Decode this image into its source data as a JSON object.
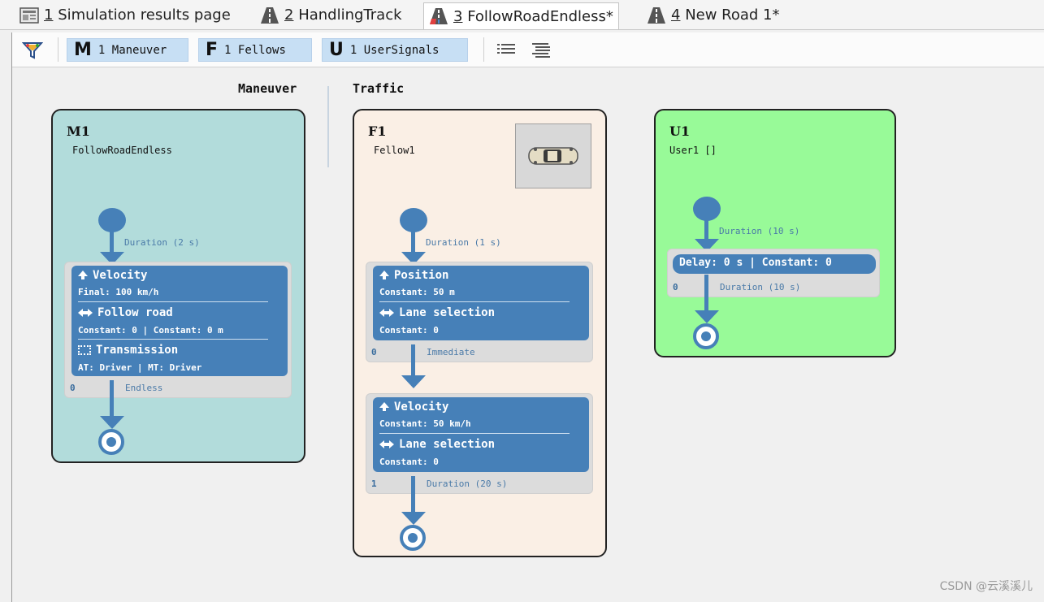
{
  "tabs": [
    {
      "num": "1",
      "label": "Simulation results page",
      "icon": "results-page-icon"
    },
    {
      "num": "2",
      "label": "HandlingTrack",
      "icon": "road-icon"
    },
    {
      "num": "3",
      "label": "FollowRoadEndless*",
      "icon": "road-icon",
      "active": true
    },
    {
      "num": "4",
      "label": "New Road 1*",
      "icon": "road-icon"
    }
  ],
  "toolbar": {
    "filter_icon": "filter-icon",
    "maneuver": {
      "letter": "M",
      "label": "1 Maneuver"
    },
    "fellows": {
      "letter": "F",
      "label": "1 Fellows"
    },
    "usersignals": {
      "letter": "U",
      "label": "1 UserSignals"
    },
    "list_icon": "list-view-icon",
    "tree_icon": "tree-view-icon"
  },
  "columns": {
    "maneuver": "Maneuver",
    "traffic": "Traffic"
  },
  "colors": {
    "maneuver_card": "#b2dcdb",
    "traffic_card": "#faefe5",
    "user_card": "#98fa98",
    "flow_blue": "#4680b8"
  },
  "m1": {
    "id": "M1",
    "name": "FollowRoadEndless",
    "duration": "Duration (2 s)",
    "group_num": "0",
    "group_end": "Endless",
    "actions": [
      {
        "title": "Velocity",
        "detail": "Final: 100 km/h",
        "icon": "arrow-up-icon"
      },
      {
        "title": "Follow road",
        "detail": "Constant: 0  | Constant: 0 m",
        "icon": "left-right-arrow-icon"
      },
      {
        "title": "Transmission",
        "detail": "AT: Driver | MT: Driver",
        "icon": "gearshift-icon"
      }
    ]
  },
  "f1": {
    "id": "F1",
    "name": "Fellow1",
    "thumbnail_icon": "car-top-view-icon",
    "duration": "Duration (1 s)",
    "group1": {
      "num": "0",
      "end": "Immediate",
      "actions": [
        {
          "title": "Position",
          "detail": "Constant: 50 m",
          "icon": "arrow-up-icon"
        },
        {
          "title": "Lane selection",
          "detail": "Constant: 0",
          "icon": "left-right-arrow-icon"
        }
      ]
    },
    "group2": {
      "num": "1",
      "end": "Duration (20 s)",
      "actions": [
        {
          "title": "Velocity",
          "detail": "Constant: 50 km/h",
          "icon": "arrow-up-icon"
        },
        {
          "title": "Lane selection",
          "detail": "Constant: 0",
          "icon": "left-right-arrow-icon"
        }
      ]
    }
  },
  "u1": {
    "id": "U1",
    "name": "User1 []",
    "duration": "Duration (10 s)",
    "group_num": "0",
    "group_end": "Duration (10 s)",
    "action": "Delay: 0 s | Constant: 0"
  },
  "watermark": "CSDN @云溪溪儿"
}
